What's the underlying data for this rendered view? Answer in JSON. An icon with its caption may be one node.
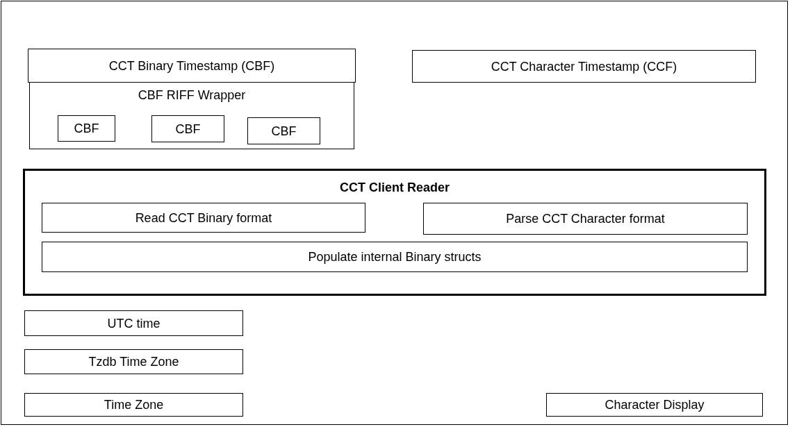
{
  "diagram": {
    "nodes": [
      {
        "text": [
          "CCT Binary Timestamp (CBF)"
        ]
      },
      {
        "text": [
          "CCT Character Timestamp (CCF)"
        ]
      },
      {
        "text": [
          "CBF RIFF Wrapper"
        ]
      },
      {
        "text": [
          "CBF"
        ],
        "in": 2
      },
      {
        "text": [
          "CBF"
        ],
        "in": 2
      },
      {
        "text": [
          "CBF"
        ],
        "in": 2
      },
      {
        "text": [
          "CCT Client Reader"
        ]
      },
      {
        "text": [
          "Read CCT Binary format"
        ],
        "in": 6
      },
      {
        "text": [
          "Parse CCT Character format"
        ],
        "in": 6
      },
      {
        "text": [
          "Populate internal Binary structs"
        ],
        "in": 6
      },
      {
        "text": [
          "UTC time"
        ]
      },
      {
        "text": [
          "Tzdb Time Zone"
        ]
      },
      {
        "text": [
          "Time Zone"
        ]
      },
      {
        "text": [
          "Character Display"
        ]
      }
    ]
  }
}
